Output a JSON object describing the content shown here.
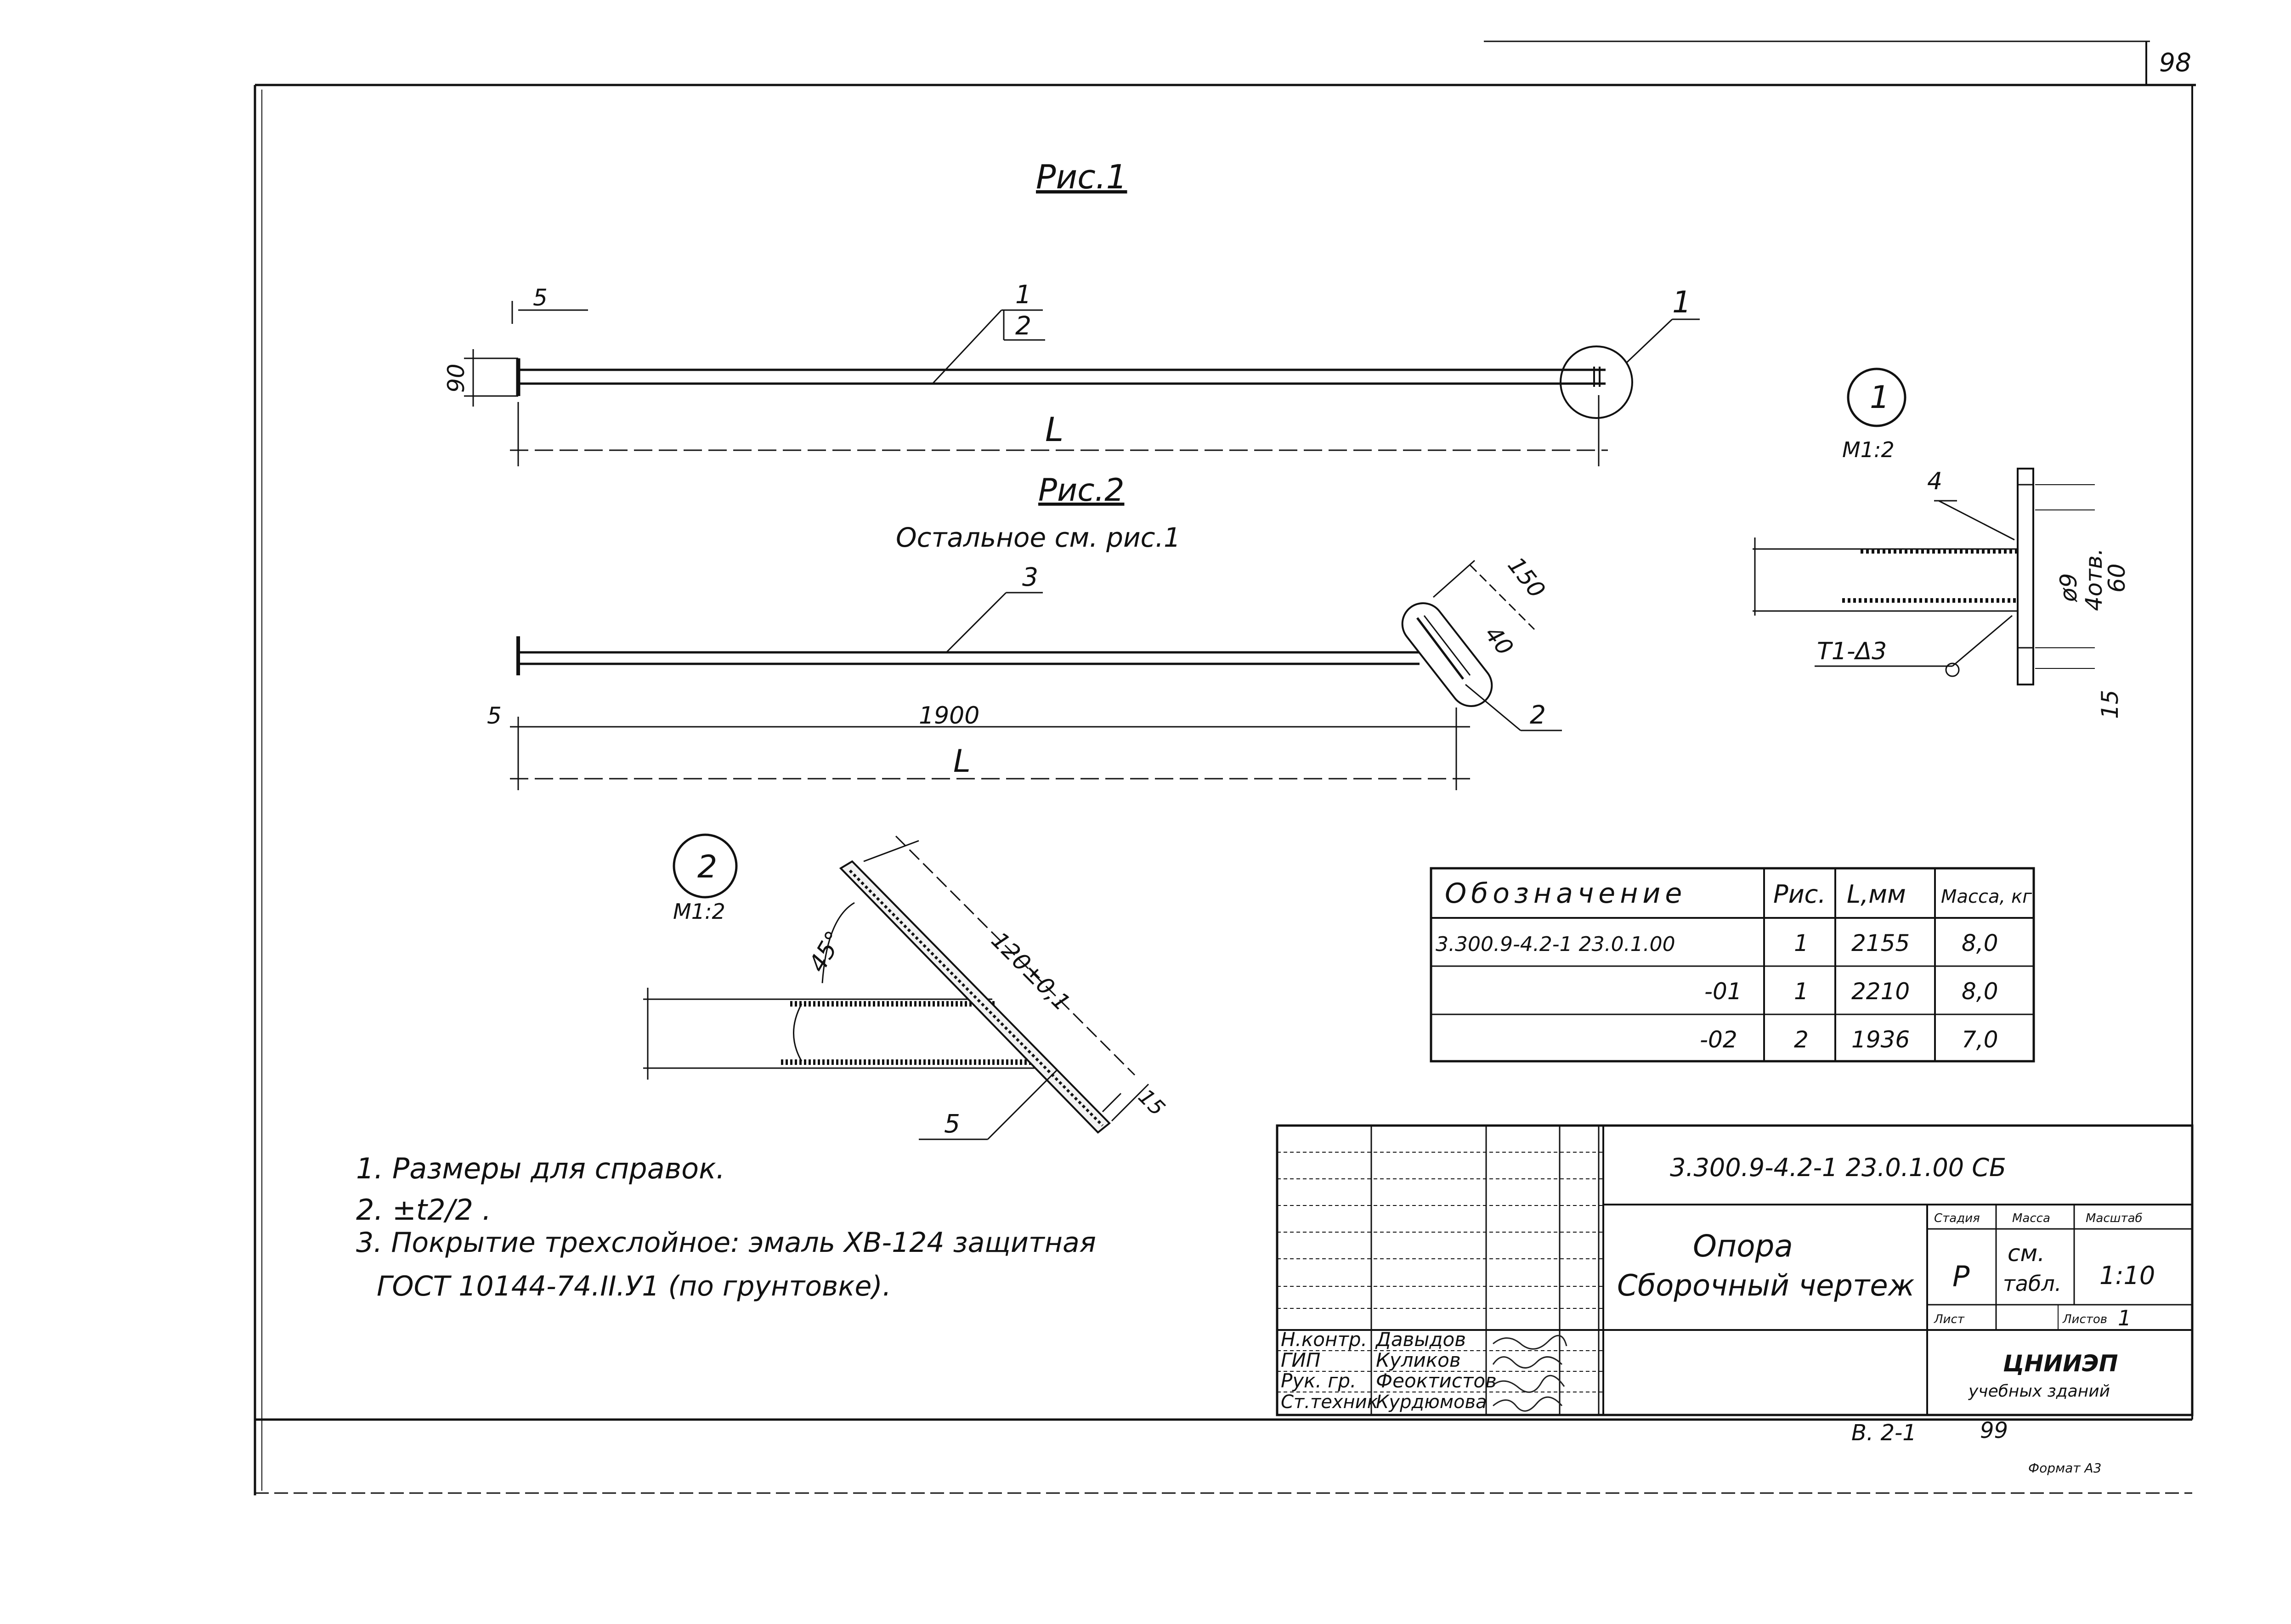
{
  "sheet": {
    "page_number": "98",
    "format": "Формат А3"
  },
  "fig1": {
    "title": "Рис.1",
    "dim_top": "5",
    "dim_height": "90",
    "dim_length": "L",
    "callout_num": "1",
    "callout_den": "2",
    "detail_callout": "1"
  },
  "fig2": {
    "title": "Рис.2",
    "subtitle": "Остальное см. рис.1",
    "callout": "3",
    "dim_left": "5",
    "dim_1900": "1900",
    "dim_length": "L",
    "dim_150": "150",
    "dim_40": "40",
    "callout_2": "2"
  },
  "detail1": {
    "number": "1",
    "scale": "М1:2",
    "callout_4": "4",
    "hole": "ø9",
    "holes_count": "4отв.",
    "dim_60": "60",
    "weld": "Т1-Δ3",
    "dim_15": "15"
  },
  "detail2": {
    "number": "2",
    "scale": "М1:2",
    "angle": "45°",
    "plate_len": "120±0,1",
    "dim_15": "15",
    "callout_5": "5"
  },
  "spec_table": {
    "headers": [
      "Обозначение",
      "Рис.",
      "L,мм",
      "Масса, кг"
    ],
    "rows": [
      [
        "3.300.9-4.2-1 23.0.1.00",
        "1",
        "2155",
        "8,0"
      ],
      [
        "-01",
        "1",
        "2210",
        "8,0"
      ],
      [
        "-02",
        "2",
        "1936",
        "7,0"
      ]
    ]
  },
  "notes": [
    "1. Размеры для справок.",
    "2. ±t2/2 .",
    "3. Покрытие трехслойное: эмаль ХВ-124 защитная",
    "ГОСТ 10144-74.II.У1 (по грунтовке)."
  ],
  "title_block": {
    "designation": "3.300.9-4.2-1 23.0.1.00 СБ",
    "name_line1": "Опора",
    "name_line2": "Сборочный чертеж",
    "col_stage": "Стадия",
    "col_mass": "Масса",
    "col_scale": "Масштаб",
    "stage": "Р",
    "mass_line1": "см.",
    "mass_line2": "табл.",
    "scale": "1:10",
    "sheet_label": "Лист",
    "sheets_label": "Листов",
    "sheets": "1",
    "org": "ЦНИИЭП",
    "org_sub": "учебных зданий",
    "signers": [
      {
        "role": "Н.контр.",
        "name": "Давыдов"
      },
      {
        "role": "ГИП",
        "name": "Куликов"
      },
      {
        "role": "Рук. гр.",
        "name": "Феоктистов"
      },
      {
        "role": "Ст.техник",
        "name": "Курдюмова"
      }
    ]
  },
  "footer": {
    "code": "В. 2-1",
    "page": "99"
  }
}
